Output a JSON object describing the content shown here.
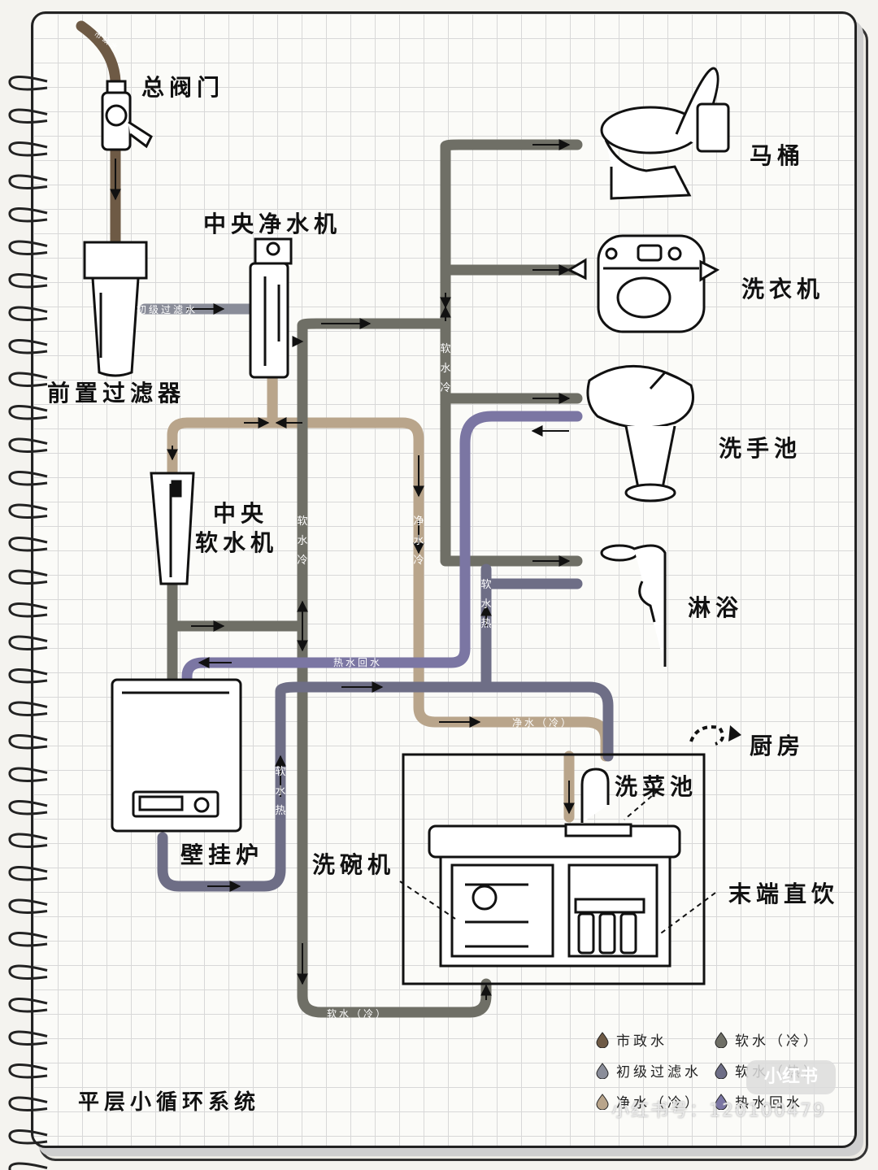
{
  "colors": {
    "municipal": "#6e5a45",
    "primary": "#8a8d99",
    "pure": "#b9a58b",
    "soft_cold": "#6f6f66",
    "soft_hot": "#6e6e86",
    "hot_return": "#7b76a3"
  },
  "labels": {
    "main_valve": "总阀门",
    "pre_filter": "前置过滤器",
    "purifier": "中央净水机",
    "softener_line1": "中央",
    "softener_line2": "软水机",
    "boiler": "壁挂炉",
    "toilet": "马桶",
    "washer": "洗衣机",
    "basin": "洗手池",
    "shower": "淋浴",
    "kitchen": "厨房",
    "veg_sink": "洗菜池",
    "dishwasher": "洗碗机",
    "terminal": "末端直饮",
    "system": "平层小循环系统"
  },
  "pipe_labels": {
    "municipal": "市政水",
    "primary": "初级过滤水",
    "hot_return": "热水回水",
    "pure_cold": "净水（冷）",
    "soft_cold_bottom": "软水（冷）"
  },
  "vertical_labels": {
    "soft_cold_a": [
      "软",
      "水",
      "冷"
    ],
    "soft_cold_b": [
      "软",
      "水",
      "冷"
    ],
    "pure_cold": [
      "净",
      "水",
      "冷"
    ],
    "soft_hot_a": [
      "软",
      "水",
      "热"
    ],
    "soft_hot_b": [
      "软",
      "水",
      "热"
    ]
  },
  "legend": [
    {
      "text": "市政水",
      "color": "#6e5a45"
    },
    {
      "text": "软水（冷）",
      "color": "#6f6f66"
    },
    {
      "text": "初级过滤水",
      "color": "#8a8d99"
    },
    {
      "text": "软水（热）",
      "color": "#6e6e86"
    },
    {
      "text": "净水（冷）",
      "color": "#b9a58b"
    },
    {
      "text": "热水回水",
      "color": "#7b76a3"
    }
  ],
  "watermark": {
    "badge": "小红书",
    "id": "小红书号：120100479"
  }
}
